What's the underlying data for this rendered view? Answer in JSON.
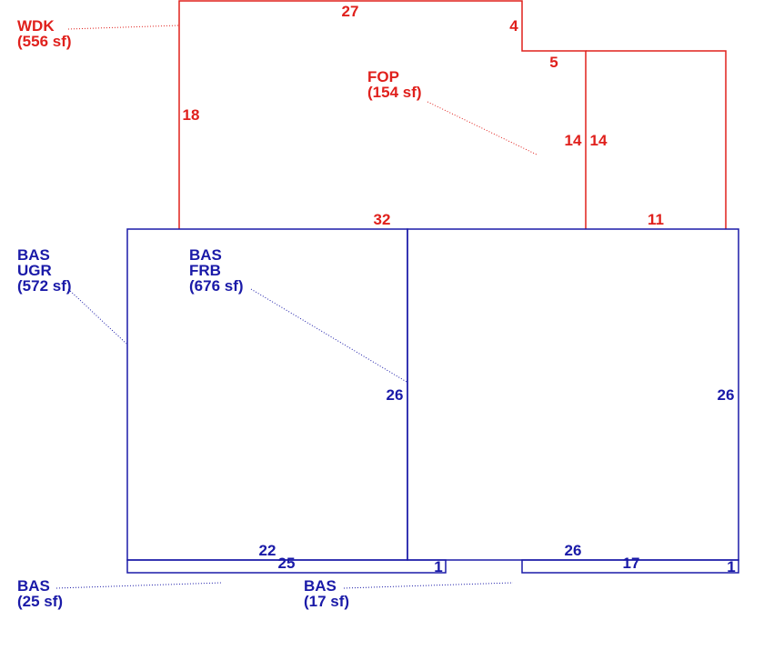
{
  "colors": {
    "deck": "#e0201c",
    "base": "#1a1aa8"
  },
  "areas": {
    "wdk": {
      "code": "WDK",
      "area": "(556 sf)"
    },
    "fop": {
      "code": "FOP",
      "area": "(154 sf)"
    },
    "bas_ugr": {
      "code": "BAS",
      "sub": "UGR",
      "area": "(572 sf)"
    },
    "bas_frb": {
      "code": "BAS",
      "sub": "FRB",
      "area": "(676 sf)"
    },
    "bas_25": {
      "code": "BAS",
      "area": "(25 sf)"
    },
    "bas_17": {
      "code": "BAS",
      "area": "(17 sf)"
    }
  },
  "dims": {
    "wdk_top": "27",
    "wdk_step_v": "4",
    "wdk_step_h": "5",
    "wdk_left": "18",
    "wdk_bottom": "32",
    "fop_left": "14",
    "fop_right": "14",
    "fop_bottom": "11",
    "left_right": "26",
    "right_right": "26",
    "left_bottom": "22",
    "right_bottom": "26",
    "strip_left_len": "25",
    "strip_left_end": "1",
    "strip_right_len": "17",
    "strip_right_end": "1"
  }
}
